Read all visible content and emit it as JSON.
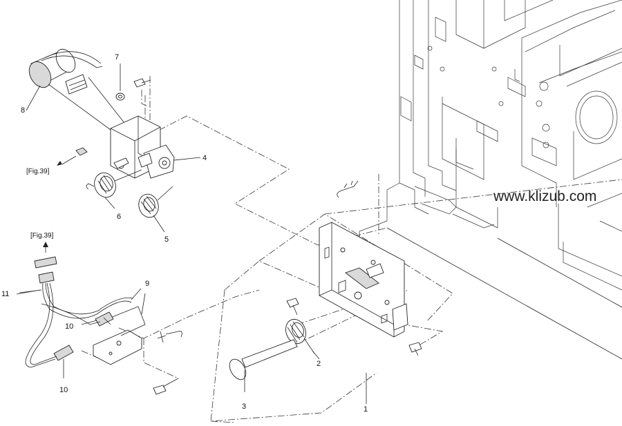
{
  "diagram": {
    "watermark": "www.klizub.com",
    "references": [
      {
        "id": "ref-top",
        "text": "[Fig.39]"
      },
      {
        "id": "ref-left",
        "text": "[Fig.39]"
      }
    ],
    "callouts": [
      "1",
      "2",
      "3",
      "4",
      "5",
      "6",
      "7",
      "8",
      "9",
      "10",
      "10",
      "11"
    ]
  }
}
